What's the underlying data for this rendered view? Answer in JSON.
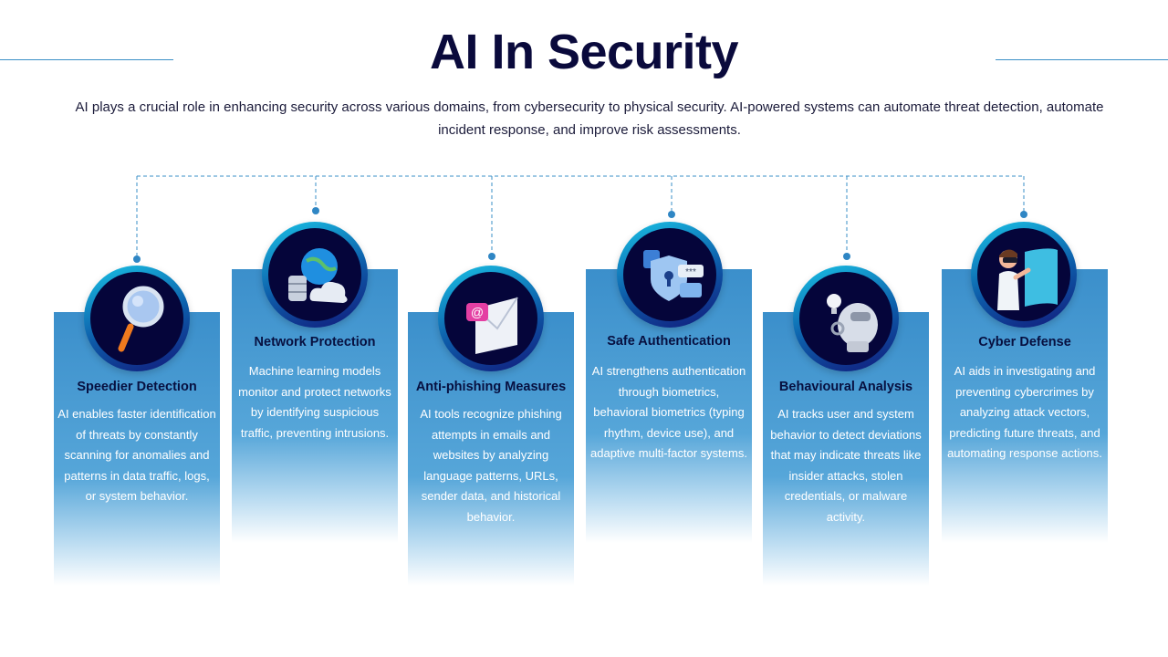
{
  "title": "AI In Security",
  "subtitle": "AI plays a crucial role in enhancing security across various domains, from cybersecurity to physical security. AI-powered systems can automate threat detection, automate incident response, and improve risk assessments.",
  "colors": {
    "title": "#0a0a3c",
    "accent": "#3a8fc7",
    "card": "#4a9cd4",
    "circle_bg": "#05053a"
  },
  "cards": [
    {
      "title": "Speedier Detection",
      "icon": "magnifier-icon",
      "description": "AI enables faster identification of threats by constantly scanning for anomalies and patterns in data traffic, logs, or system behavior."
    },
    {
      "title": "Network Protection",
      "icon": "network-cloud-icon",
      "description": "Machine learning models monitor and protect networks by identifying suspicious traffic, preventing intrusions."
    },
    {
      "title": "Anti-phishing Measures",
      "icon": "email-at-icon",
      "description": "AI tools recognize phishing attempts in emails and websites by analyzing language patterns, URLs, sender data, and historical behavior."
    },
    {
      "title": "Safe Authentication",
      "icon": "shield-lock-icon",
      "description": "AI strengthens authentication through biometrics, behavioral biometrics (typing rhythm, device use), and adaptive multi-factor systems."
    },
    {
      "title": "Behavioural Analysis",
      "icon": "robot-head-icon",
      "description": "AI tracks user and system behavior to detect deviations that may indicate threats like insider attacks, stolen credentials, or malware activity."
    },
    {
      "title": "Cyber Defense",
      "icon": "vr-person-icon",
      "description": "AI aids in investigating and preventing cybercrimes by analyzing attack vectors, predicting future threats, and automating response actions."
    }
  ]
}
